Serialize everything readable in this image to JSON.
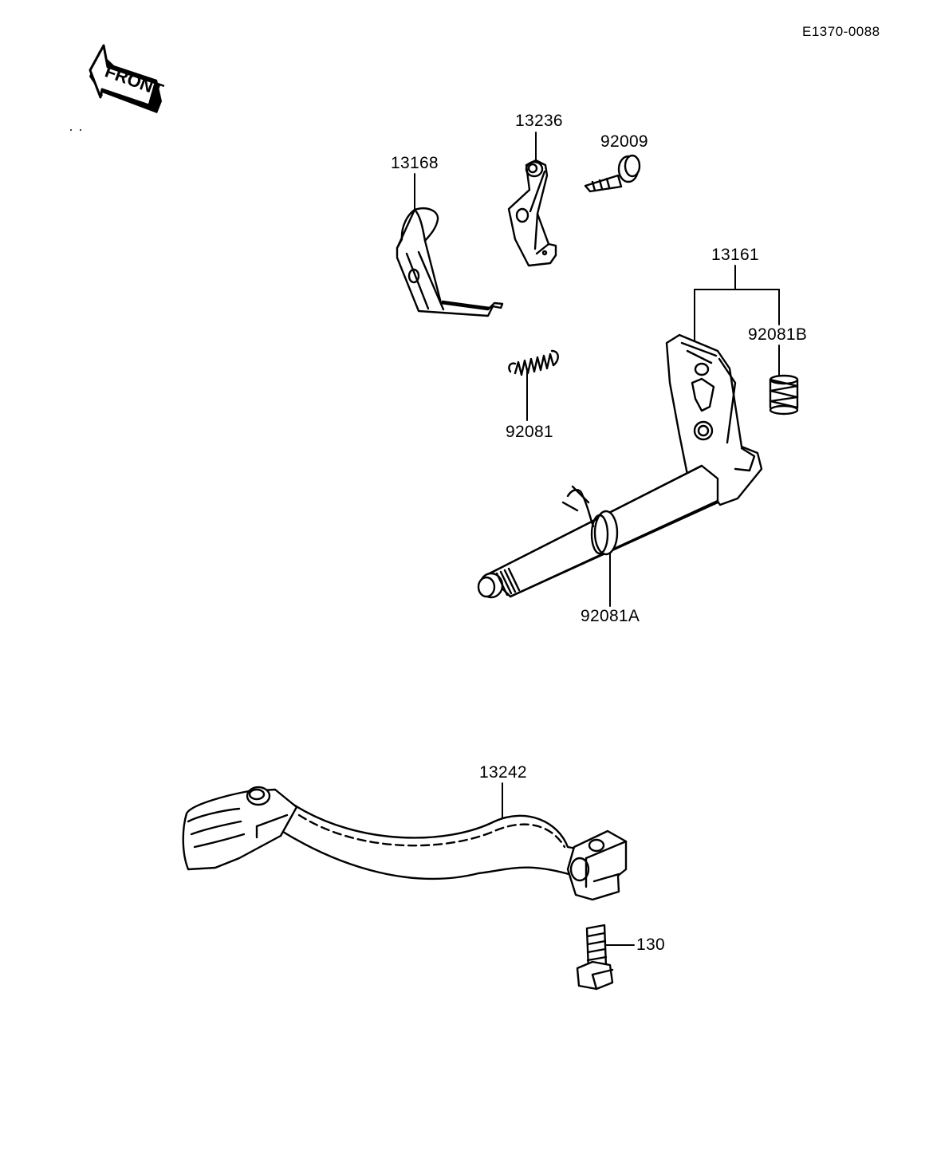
{
  "drawing_code": "E1370-0088",
  "direction_arrow": {
    "text": "FRONT",
    "icon": "front-arrow-icon"
  },
  "parts": {
    "p13236": "13236",
    "p92009": "92009",
    "p13168": "13168",
    "p13161": "13161",
    "p92081B": "92081B",
    "p92081": "92081",
    "p92081A": "92081A",
    "p13242": "13242",
    "p130": "130"
  }
}
